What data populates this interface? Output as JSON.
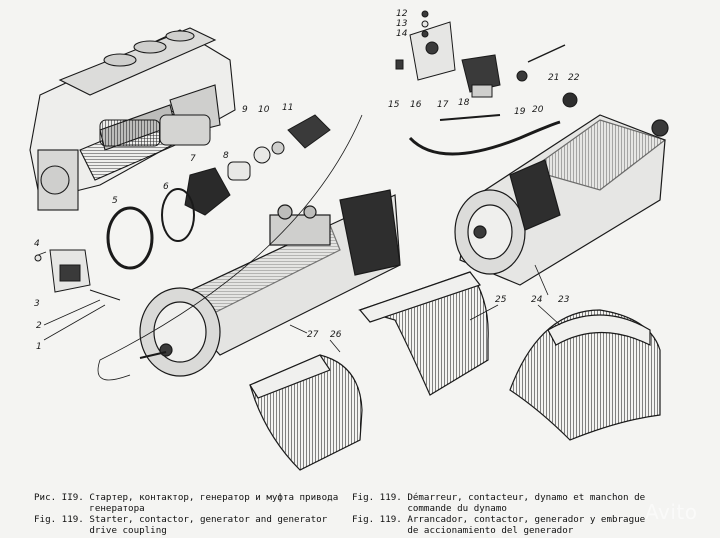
{
  "part_numbers": [
    "1",
    "2",
    "3",
    "4",
    "5",
    "6",
    "7",
    "8",
    "9",
    "10",
    "11",
    "12",
    "13",
    "14",
    "15",
    "16",
    "17",
    "18",
    "19",
    "20",
    "21",
    "22",
    "23",
    "24",
    "25",
    "26",
    "27"
  ],
  "captions": {
    "ru_left": "Рис. II9. Стартер, контактор, генератор и муфта привода\n          генератора",
    "en_left": "Fig. 119. Starter, contactor, generator and generator\n          drive coupling",
    "fr_right": "Fig. 119. Démarreur, contacteur, dynamo et manchon de\n          commande du dynamo",
    "es_right": "Fig. 119. Arrancador, contactor, generador y embrague\n          de accionamiento del generador"
  },
  "watermark": "Avito",
  "colors": {
    "ink": "#1a1a1a",
    "paper": "#f4f4f2",
    "shade": "#3a3a3a"
  }
}
